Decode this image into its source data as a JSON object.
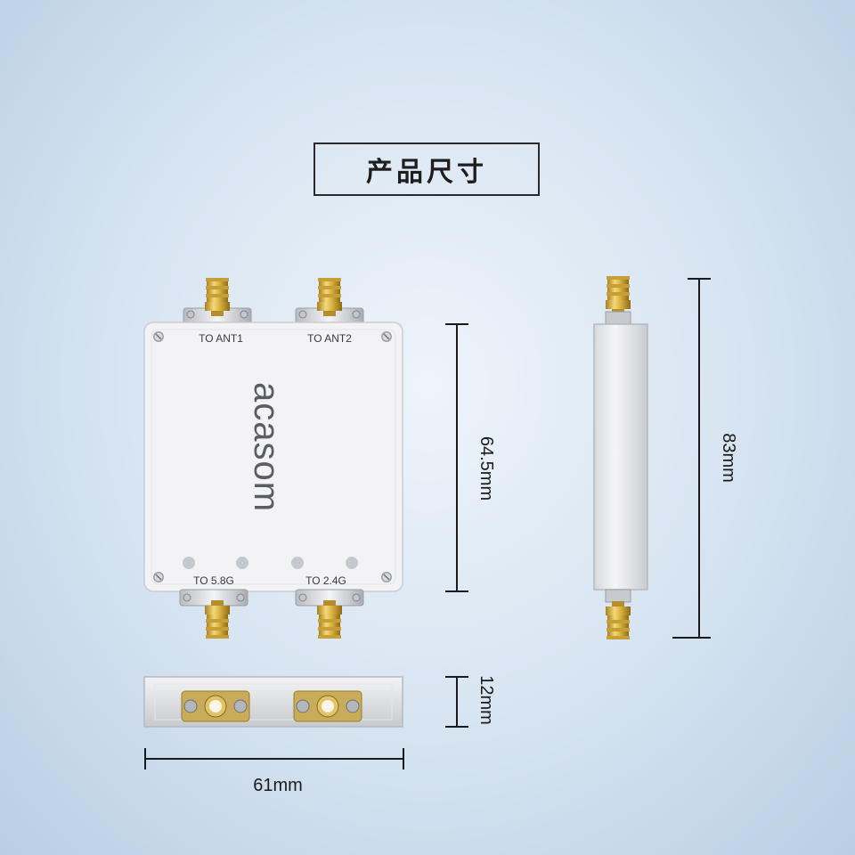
{
  "title": "产品尺寸",
  "brand": "acasom",
  "ports": {
    "ant1": "TO ANT1",
    "ant2": "TO ANT2",
    "g58": "TO 5.8G",
    "g24": "TO 2.4G"
  },
  "dimensions": {
    "front_height": "64.5mm",
    "side_height": "83mm",
    "thickness": "12mm",
    "width": "61mm"
  },
  "colors": {
    "background": "#d5e3f1",
    "housing": "#f2f2f4",
    "connector_gold": "#d9b341"
  }
}
